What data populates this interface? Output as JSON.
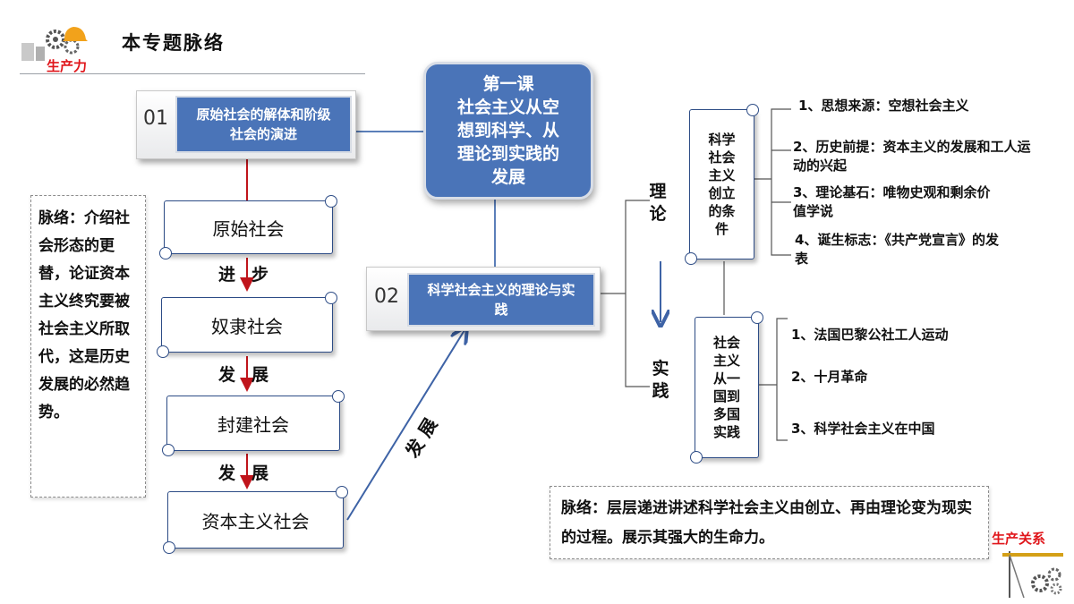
{
  "header": {
    "title": "本专题脉络",
    "logo_top_text": "生产力",
    "logo_bottom_text": "生产关系"
  },
  "center_node": {
    "lines": [
      "第一课",
      "社会主义从空",
      "想到科学、从",
      "理论到实践的",
      "发展"
    ]
  },
  "topic_01": {
    "number": "01",
    "label": "原始社会的解体和阶级社会的演进"
  },
  "topic_02": {
    "number": "02",
    "label": "科学社会主义的理论与实践"
  },
  "stages": [
    "原始社会",
    "奴隶社会",
    "封建社会",
    "资本主义社会"
  ],
  "stage_connectors": [
    "进步",
    "发展",
    "发展"
  ],
  "develop_arrow_label": "发 展",
  "left_note": "脉络：介绍社会形态的更替，论证资本主义终究要被社会主义所取代，这是历史发展的必然趋势。",
  "theory_label": "理论",
  "practice_label": "实践",
  "theory_scroll": "科学社会主义创立的条件",
  "practice_scroll": "社会主义从一国到多国实践",
  "theory_items": [
    "1、思想来源：空想社会主义",
    "2、历史前提：资本主义的发展和工人运动的兴起",
    "3、理论基石：唯物史观和剩余价值学说",
    "4、诞生标志：《共产党宣言》的发表"
  ],
  "practice_items": [
    "1、法国巴黎公社工人运动",
    "2、十月革命",
    "3、科学社会主义在中国"
  ],
  "bottom_note": "脉络：层层递进讲述科学社会主义由创立、再由理论变为现实的过程。展示其强大的生命力。",
  "colors": {
    "accent_blue": "#4a74b8",
    "scroll_border": "#2d4c86",
    "arrow_red": "#c0141b",
    "logo_red": "#e0161b"
  }
}
